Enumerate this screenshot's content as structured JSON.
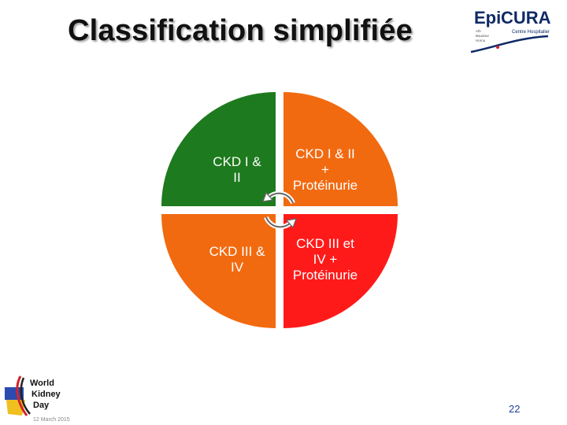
{
  "slide": {
    "title": "Classification simplifiée",
    "page_number": "22"
  },
  "quadrants": {
    "top_left": {
      "lines": [
        "CKD I  &",
        "II"
      ],
      "color": "#1e7a1e"
    },
    "top_right": {
      "lines": [
        "CKD I & II",
        "+",
        "Protéinurie"
      ],
      "color": "#f26a10"
    },
    "bottom_left": {
      "lines": [
        "CKD III &",
        "IV"
      ],
      "color": "#f26a10"
    },
    "bottom_right": {
      "lines": [
        "CKD III et",
        "IV +",
        "Protéinurie"
      ],
      "color": "#ff1a1a"
    }
  },
  "logos": {
    "epicura": {
      "name": "EpiCURA",
      "subtitle": "Centre Hospitalier",
      "small_lines": [
        "Ath",
        "Baudour",
        "Hornu"
      ]
    },
    "world_kidney_day": {
      "lines": [
        "World",
        "Kidney",
        "Day"
      ],
      "date": "12 March 2015"
    }
  },
  "icons": {
    "cycle": "circular-arrows-icon"
  }
}
